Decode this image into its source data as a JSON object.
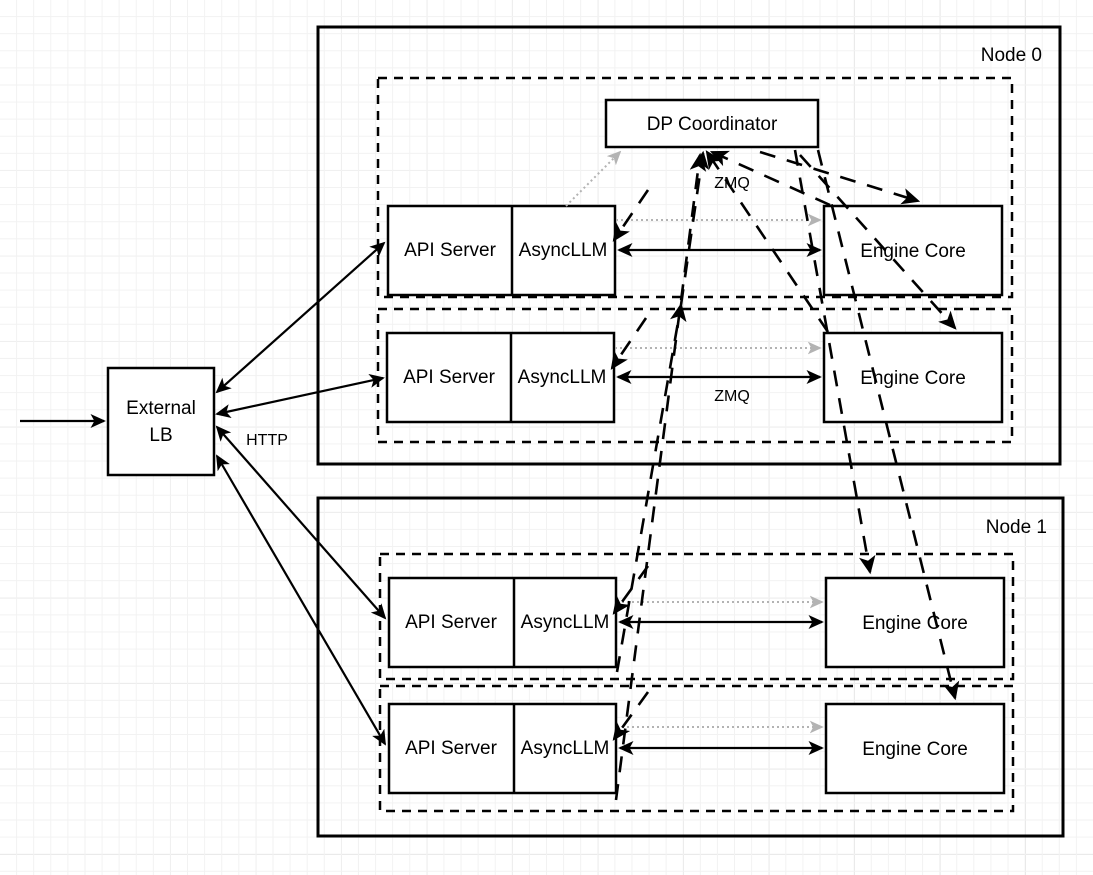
{
  "diagram": {
    "title": "vLLM data-parallel deployment topology",
    "background": "#ffffff",
    "grid_color": "#dcdcdc",
    "stroke_color": "#000000",
    "dotted_color": "#b3b3b3"
  },
  "external": {
    "lb_line1": "External",
    "lb_line2": "LB",
    "http_label": "HTTP"
  },
  "coordinator": {
    "label": "DP Coordinator"
  },
  "transport": {
    "zmq_top": "ZMQ",
    "zmq_bottom": "ZMQ"
  },
  "nodes": [
    {
      "label": "Node 0",
      "groups": [
        {
          "api_server": "API Server",
          "async_llm": "AsyncLLM",
          "engine_core": "Engine Core"
        },
        {
          "api_server": "API Server",
          "async_llm": "AsyncLLM",
          "engine_core": "Engine Core"
        }
      ]
    },
    {
      "label": "Node 1",
      "groups": [
        {
          "api_server": "API Server",
          "async_llm": "AsyncLLM",
          "engine_core": "Engine Core"
        },
        {
          "api_server": "API Server",
          "async_llm": "AsyncLLM",
          "engine_core": "Engine Core"
        }
      ]
    }
  ]
}
